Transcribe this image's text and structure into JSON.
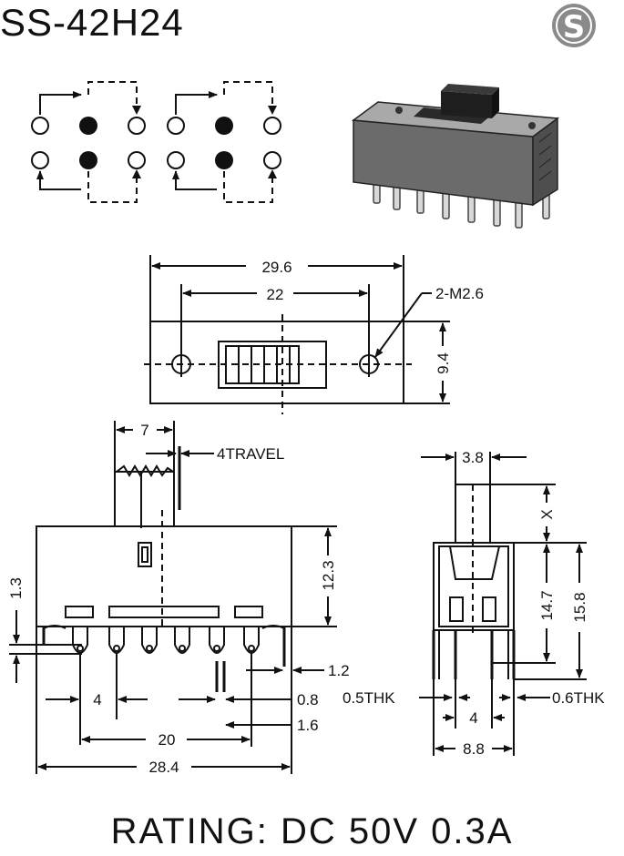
{
  "model": "SS-42H24",
  "logo_letter": "S",
  "rating": "RATING:  DC 50V  0.3A",
  "dimensions": {
    "top_overall": "29.6",
    "top_mount": "22",
    "mount_holes": "2-M2.6",
    "top_width": "9.4",
    "actuator_width": "7",
    "travel": "4TRAVEL",
    "body_height": "12.3",
    "pin_offset": "1.3",
    "pin_pitch": "4",
    "pin_width": "0.8",
    "pin_lead": "1.6",
    "pin_gap": "1.2",
    "pin_span": "20",
    "body_length": "28.4",
    "side_actuator": "3.8",
    "side_x": "X",
    "side_h1": "14.7",
    "side_h2": "15.8",
    "thk_left": "0.5THK",
    "thk_right": "0.6THK",
    "side_pitch": "4",
    "side_width": "8.8"
  },
  "colors": {
    "ink": "#111111",
    "body_gray": "#6b6b6b",
    "logo_gray": "#8a8a8a"
  }
}
